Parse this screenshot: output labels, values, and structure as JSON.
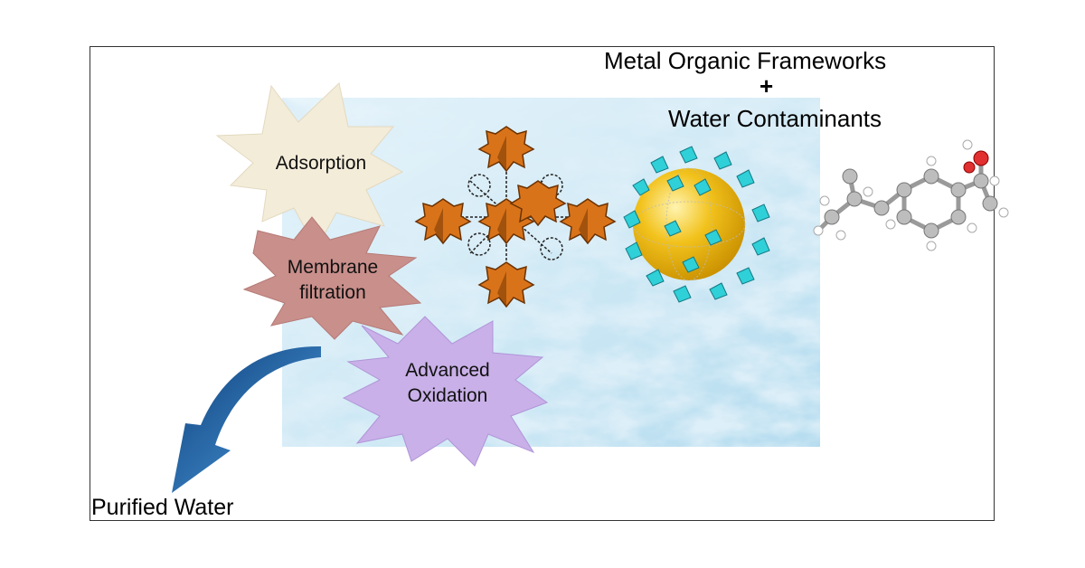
{
  "heading": {
    "line1": "Metal Organic Frameworks",
    "plus": "+",
    "line2": "Water Contaminants"
  },
  "methods": [
    {
      "label_line1": "Adsorption",
      "label_line2": "",
      "color": "#f3ecd9"
    },
    {
      "label_line1": "Membrane",
      "label_line2": "filtration",
      "color": "#c98f8b"
    },
    {
      "label_line1": "Advanced",
      "label_line2": "Oxidation",
      "color": "#c9b0e8"
    }
  ],
  "output_label": "Purified Water",
  "colors": {
    "water": "#bfe2f0",
    "mof_cluster": "#d9731a",
    "sphere": "#f2c21c",
    "linker": "#2fd0d8",
    "arrow": "#1a63a8"
  },
  "icons": [
    "mof-cluster-icon",
    "mof-cage-sphere-icon",
    "contaminant-molecule-icon",
    "curved-arrow-icon"
  ]
}
